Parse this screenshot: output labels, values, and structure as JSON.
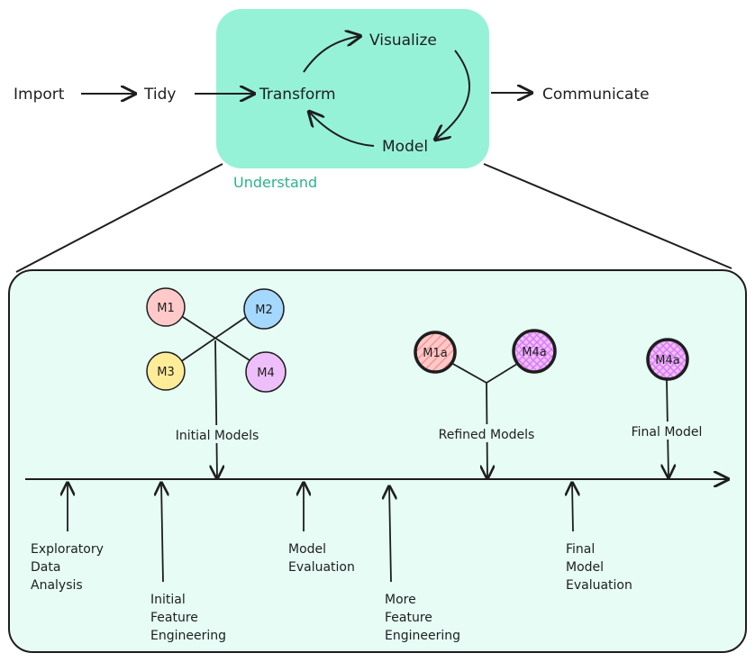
{
  "top_flow": {
    "import": "Import",
    "tidy": "Tidy",
    "transform": "Transform",
    "visualize": "Visualize",
    "model": "Model",
    "communicate": "Communicate",
    "understand": "Understand"
  },
  "models": {
    "initial": [
      "M1",
      "M2",
      "M3",
      "M4"
    ],
    "refined": [
      "M1a",
      "M4a"
    ],
    "final": "M4a"
  },
  "timeline_labels": {
    "initial_models": "Initial Models",
    "refined_models": "Refined Models",
    "final_model": "Final Model"
  },
  "stages": [
    [
      "Exploratory",
      "Data",
      "Analysis"
    ],
    [
      "Initial",
      "Feature",
      "Engineering"
    ],
    [
      "Model",
      "Evaluation"
    ],
    [
      "More",
      "Feature",
      "Engineering"
    ],
    [
      "Final",
      "Model",
      "Evaluation"
    ]
  ],
  "colors": {
    "understand_box": "#96f2d7",
    "lower_panel": "#e6fcf5",
    "understand_text": "#2bb38a",
    "m1": "#ffc9c9",
    "m2": "#a5d8ff",
    "m3": "#ffec99",
    "m4": "#eebefa",
    "m1a_hatch": "#ff8787",
    "m4a_hatch": "#da77f2"
  }
}
